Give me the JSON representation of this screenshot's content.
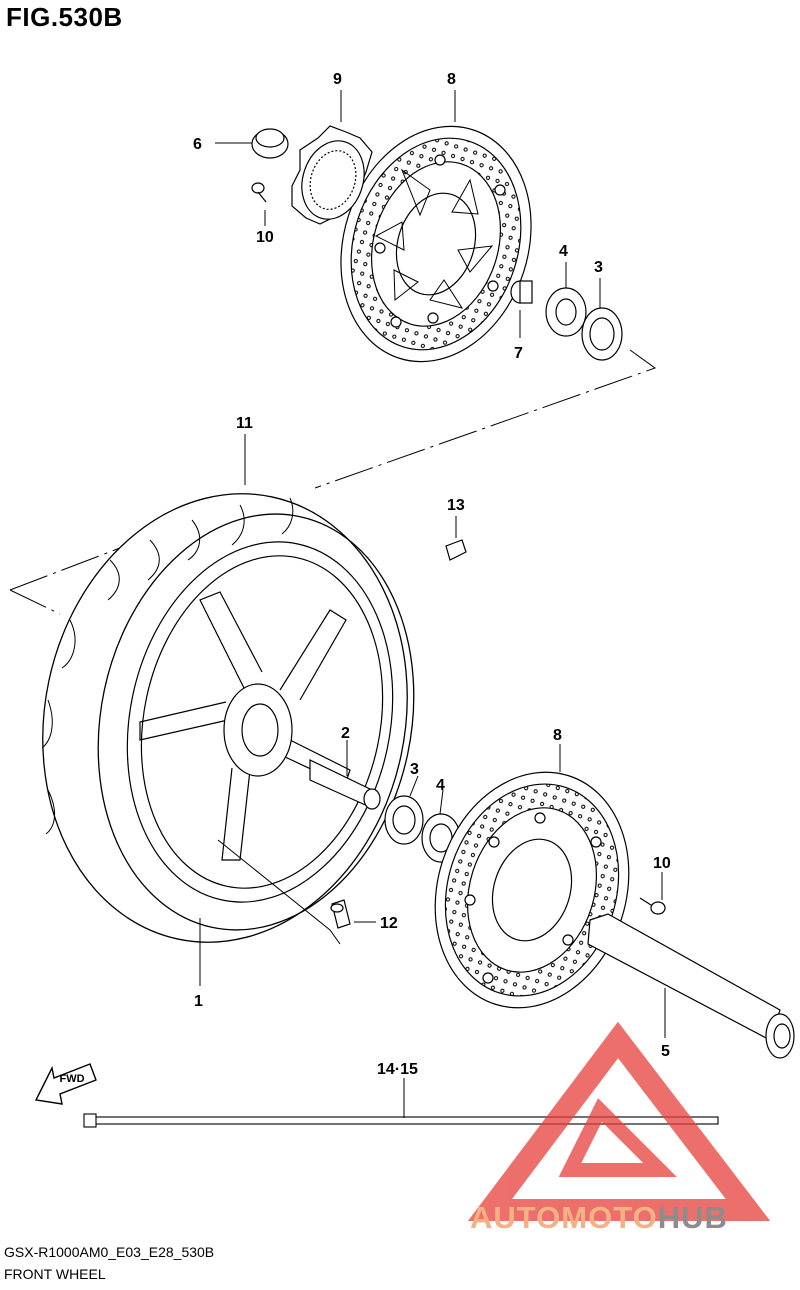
{
  "figure": {
    "title": "FIG.530B",
    "code": "GSX-R1000AM0_E03_E28_530B",
    "name": "FRONT WHEEL"
  },
  "fwd_label": "FWD",
  "callouts": {
    "c1": "1",
    "c2": "2",
    "c3a": "3",
    "c3b": "3",
    "c4a": "4",
    "c4b": "4",
    "c5": "5",
    "c6": "6",
    "c7": "7",
    "c8a": "8",
    "c8b": "8",
    "c9": "9",
    "c10a": "10",
    "c10b": "10",
    "c11": "11",
    "c12": "12",
    "c13": "13",
    "c14_15": "14·15"
  },
  "watermark": {
    "part_a": "AUTOMOTO",
    "part_b": "HUB"
  },
  "colors": {
    "line": "#000000",
    "watermark_red": "#e8403c",
    "watermark_orange": "#f4b183",
    "watermark_gray": "#8c8c8c"
  }
}
